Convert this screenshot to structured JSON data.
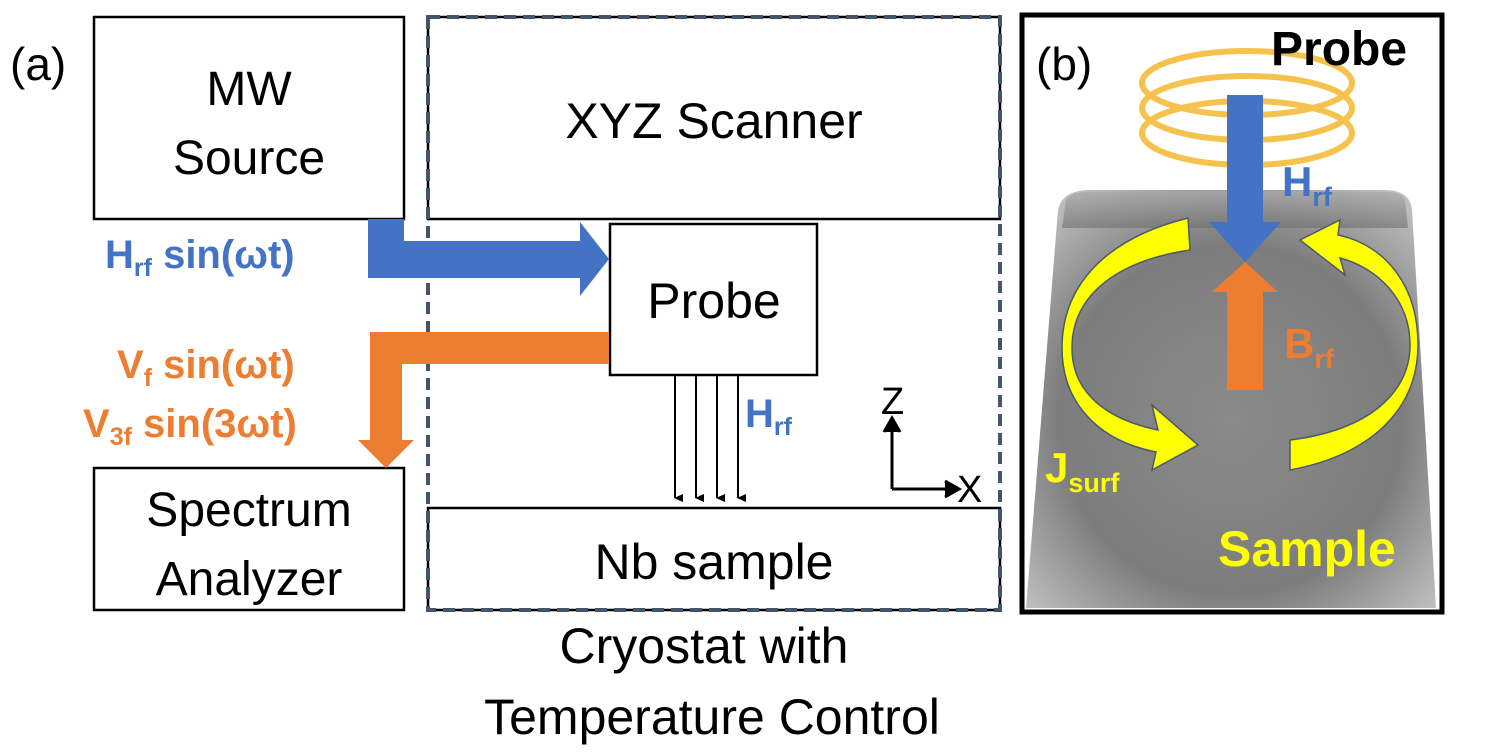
{
  "panel_a": {
    "tag": "(a)",
    "mw_source": {
      "line1": "MW",
      "line2": "Source"
    },
    "xyz_scanner": "XYZ Scanner",
    "probe": "Probe",
    "nb_sample": "Nb sample",
    "spectrum_analyzer": {
      "line1": "Spectrum",
      "line2": "Analyzer"
    },
    "cryostat": {
      "line1": "Cryostat with",
      "line2": "Temperature Control"
    },
    "input_signal": {
      "sym": "H",
      "sub": "rf",
      "rest": " sin(ωt)"
    },
    "output_signal_1": {
      "sym": "V",
      "sub": "f",
      "rest": " sin(ωt)"
    },
    "output_signal_2": {
      "sym": "V",
      "sub": "3f",
      "rest": " sin(3ωt)"
    },
    "field_label": {
      "sym": "H",
      "sub": "rf"
    },
    "axis_z": "Z",
    "axis_x": "X"
  },
  "panel_b": {
    "tag": "(b)",
    "probe": "Probe",
    "sample": "Sample",
    "h_label": {
      "sym": "H",
      "sub": "rf"
    },
    "b_label": {
      "sym": "B",
      "sub": "rf"
    },
    "j_label": {
      "sym": "J",
      "sub": "surf"
    }
  },
  "colors": {
    "blue": "#4472c4",
    "orange": "#ed7d31",
    "yellow": "#ffff00",
    "coil": "#f5c24e",
    "dash_border": "#44546a"
  }
}
